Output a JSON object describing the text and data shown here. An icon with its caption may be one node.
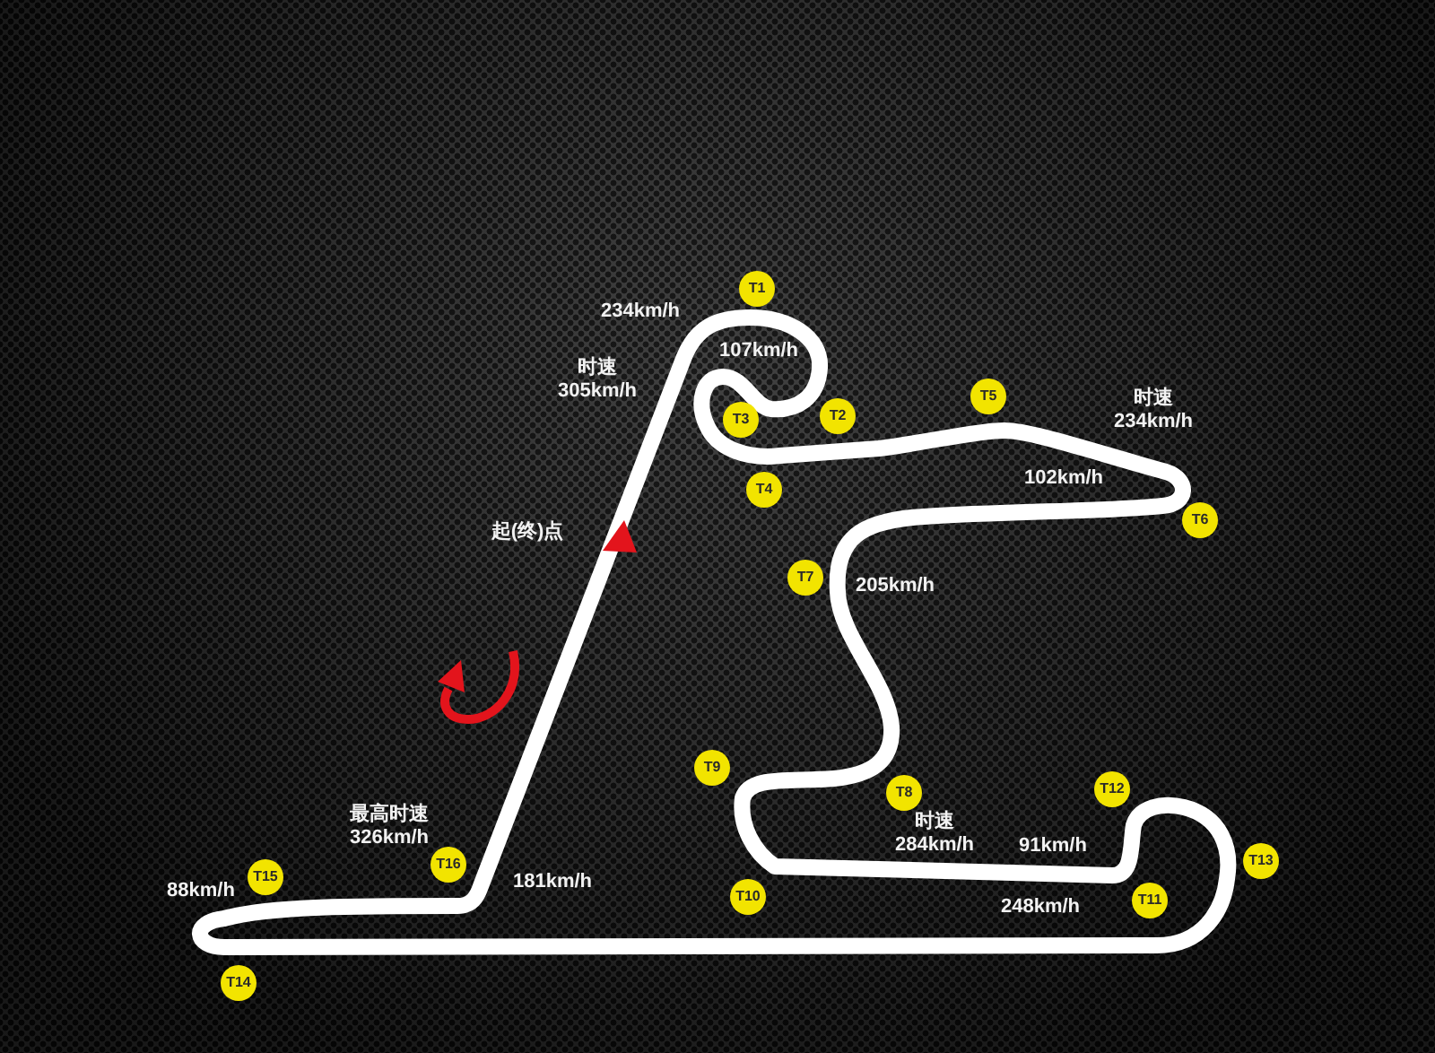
{
  "diagram": {
    "nodes": [
      {
        "text": [
          "T1"
        ]
      },
      {
        "text": [
          "T2"
        ]
      },
      {
        "text": [
          "T3"
        ]
      },
      {
        "text": [
          "T4"
        ]
      },
      {
        "text": [
          "T5"
        ]
      },
      {
        "text": [
          "T6"
        ]
      },
      {
        "text": [
          "T7"
        ]
      },
      {
        "text": [
          "T8"
        ]
      },
      {
        "text": [
          "T9"
        ]
      },
      {
        "text": [
          "T10"
        ]
      },
      {
        "text": [
          "T11"
        ]
      },
      {
        "text": [
          "T12"
        ]
      },
      {
        "text": [
          "T13"
        ]
      },
      {
        "text": [
          "T14"
        ]
      },
      {
        "text": [
          "T15"
        ]
      },
      {
        "text": [
          "T16"
        ]
      }
    ],
    "labels": [
      "234km/h",
      "107km/h",
      "时速 305km/h",
      "时速 234km/h",
      "102km/h",
      "起(终)点",
      "205km/h",
      "最高时速 326km/h",
      "时速 284km/h",
      "91km/h",
      "181km/h",
      "88km/h",
      "248km/h"
    ]
  }
}
